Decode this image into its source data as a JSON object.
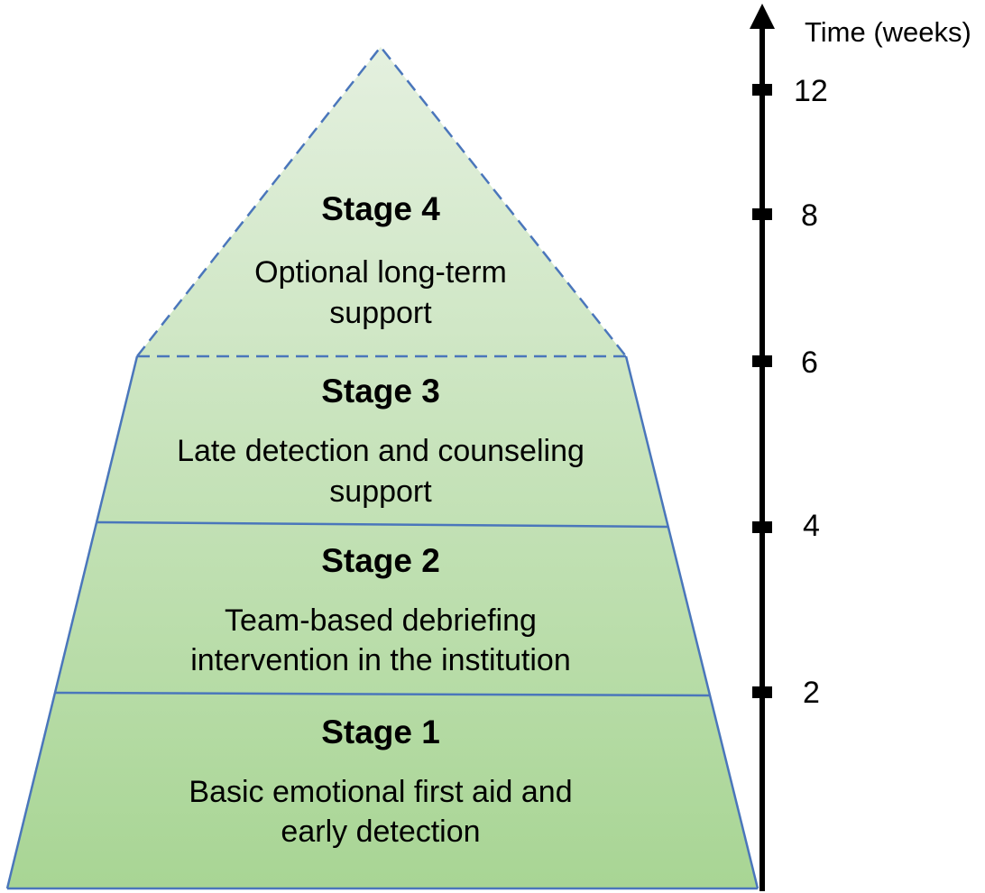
{
  "colors": {
    "fill_top": "#e4f0df",
    "fill_bottom": "#a8d594",
    "outline": "#4a76bb",
    "axis": "#000000"
  },
  "stages": [
    {
      "title": "Stage 1",
      "desc_lines": [
        "Basic emotional first aid and",
        "early detection"
      ]
    },
    {
      "title": "Stage 2",
      "desc_lines": [
        "Team-based debriefing",
        "intervention in the institution"
      ]
    },
    {
      "title": "Stage 3",
      "desc_lines": [
        "Late detection and counseling",
        "support"
      ]
    },
    {
      "title": "Stage 4",
      "desc_lines": [
        "Optional long-term",
        "support"
      ]
    }
  ],
  "time_axis": {
    "label": "Time (weeks)",
    "ticks": [
      "2",
      "4",
      "6",
      "8",
      "12"
    ]
  }
}
